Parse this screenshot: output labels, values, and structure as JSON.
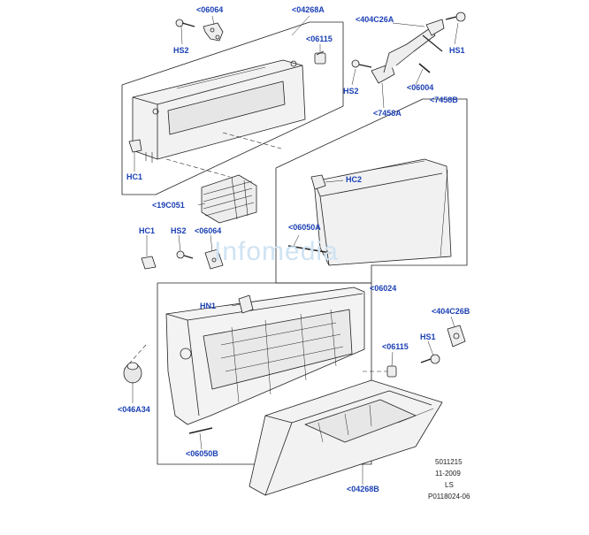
{
  "watermark": "Infomedia",
  "labels": {
    "p06064_top": "<06064",
    "p04268A": "<04268A",
    "p404C26A": "<404C26A",
    "hs2_top": "HS2",
    "p06115_top": "<06115",
    "hs1_top": "HS1",
    "hs2_mid": "HS2",
    "p06004": "<06004",
    "p7458A": "<7458A",
    "p7458B": "<7458B",
    "hc1_top": "HC1",
    "hc2": "HC2",
    "p19C051": "<19C051",
    "hc1_mid": "HC1",
    "hs2_low": "HS2",
    "p06064_mid": "<06064",
    "p06050A": "<06050A",
    "p06024": "<06024",
    "hn1": "HN1",
    "p404C26B": "<404C26B",
    "hs1_low": "HS1",
    "p06115_low": "<06115",
    "p046A34": "<046A34",
    "p06050B": "<06050B",
    "p04268B": "<04268B"
  },
  "reference": {
    "doc_number": "5011215",
    "date": "11-2009",
    "code": "LS",
    "page_code": "P0118024-06"
  }
}
